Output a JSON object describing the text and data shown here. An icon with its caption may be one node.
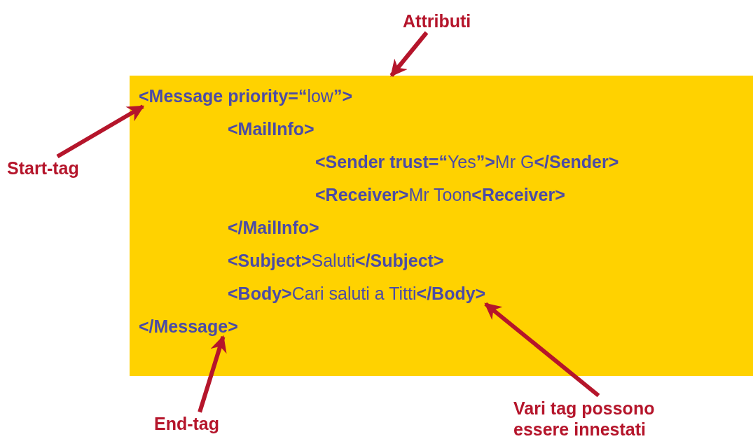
{
  "diagram": {
    "nodes": [
      {
        "text": [],
        "shape": "box"
      },
      {
        "text": [
          "**<Message priority=“**low**”>**"
        ],
        "in": 0
      },
      {
        "text": [
          "**<MailInfo>**"
        ],
        "in": 0
      },
      {
        "text": [
          "**<Sender trust=“**Yes**”>**Mr G**</Sender>**"
        ],
        "in": 0
      },
      {
        "text": [
          "**<Receiver>**Mr Toon**<Receiver>**"
        ],
        "in": 0
      },
      {
        "text": [
          "**</MailInfo>**"
        ],
        "in": 0
      },
      {
        "text": [
          "**<Subject>**Saluti**</Subject>**"
        ],
        "in": 0
      },
      {
        "text": [
          "**<Body>**Cari saluti a Titti**</Body>**"
        ],
        "in": 0
      },
      {
        "text": [
          "**</Message>**"
        ],
        "in": 0
      },
      {
        "text": [
          "Attributi"
        ]
      },
      {
        "text": [
          "Start-tag"
        ]
      },
      {
        "text": [
          "End-tag"
        ]
      },
      {
        "text": [
          "Vari tag possono essere innestati"
        ]
      }
    ],
    "edges": [
      {
        "from": 9,
        "to": 0,
        "arrow": "to"
      },
      {
        "from": 10,
        "to": 1,
        "arrow": "to"
      },
      {
        "from": 11,
        "to": 8,
        "arrow": "to"
      },
      {
        "from": 12,
        "to": 7,
        "arrow": "to"
      }
    ]
  }
}
